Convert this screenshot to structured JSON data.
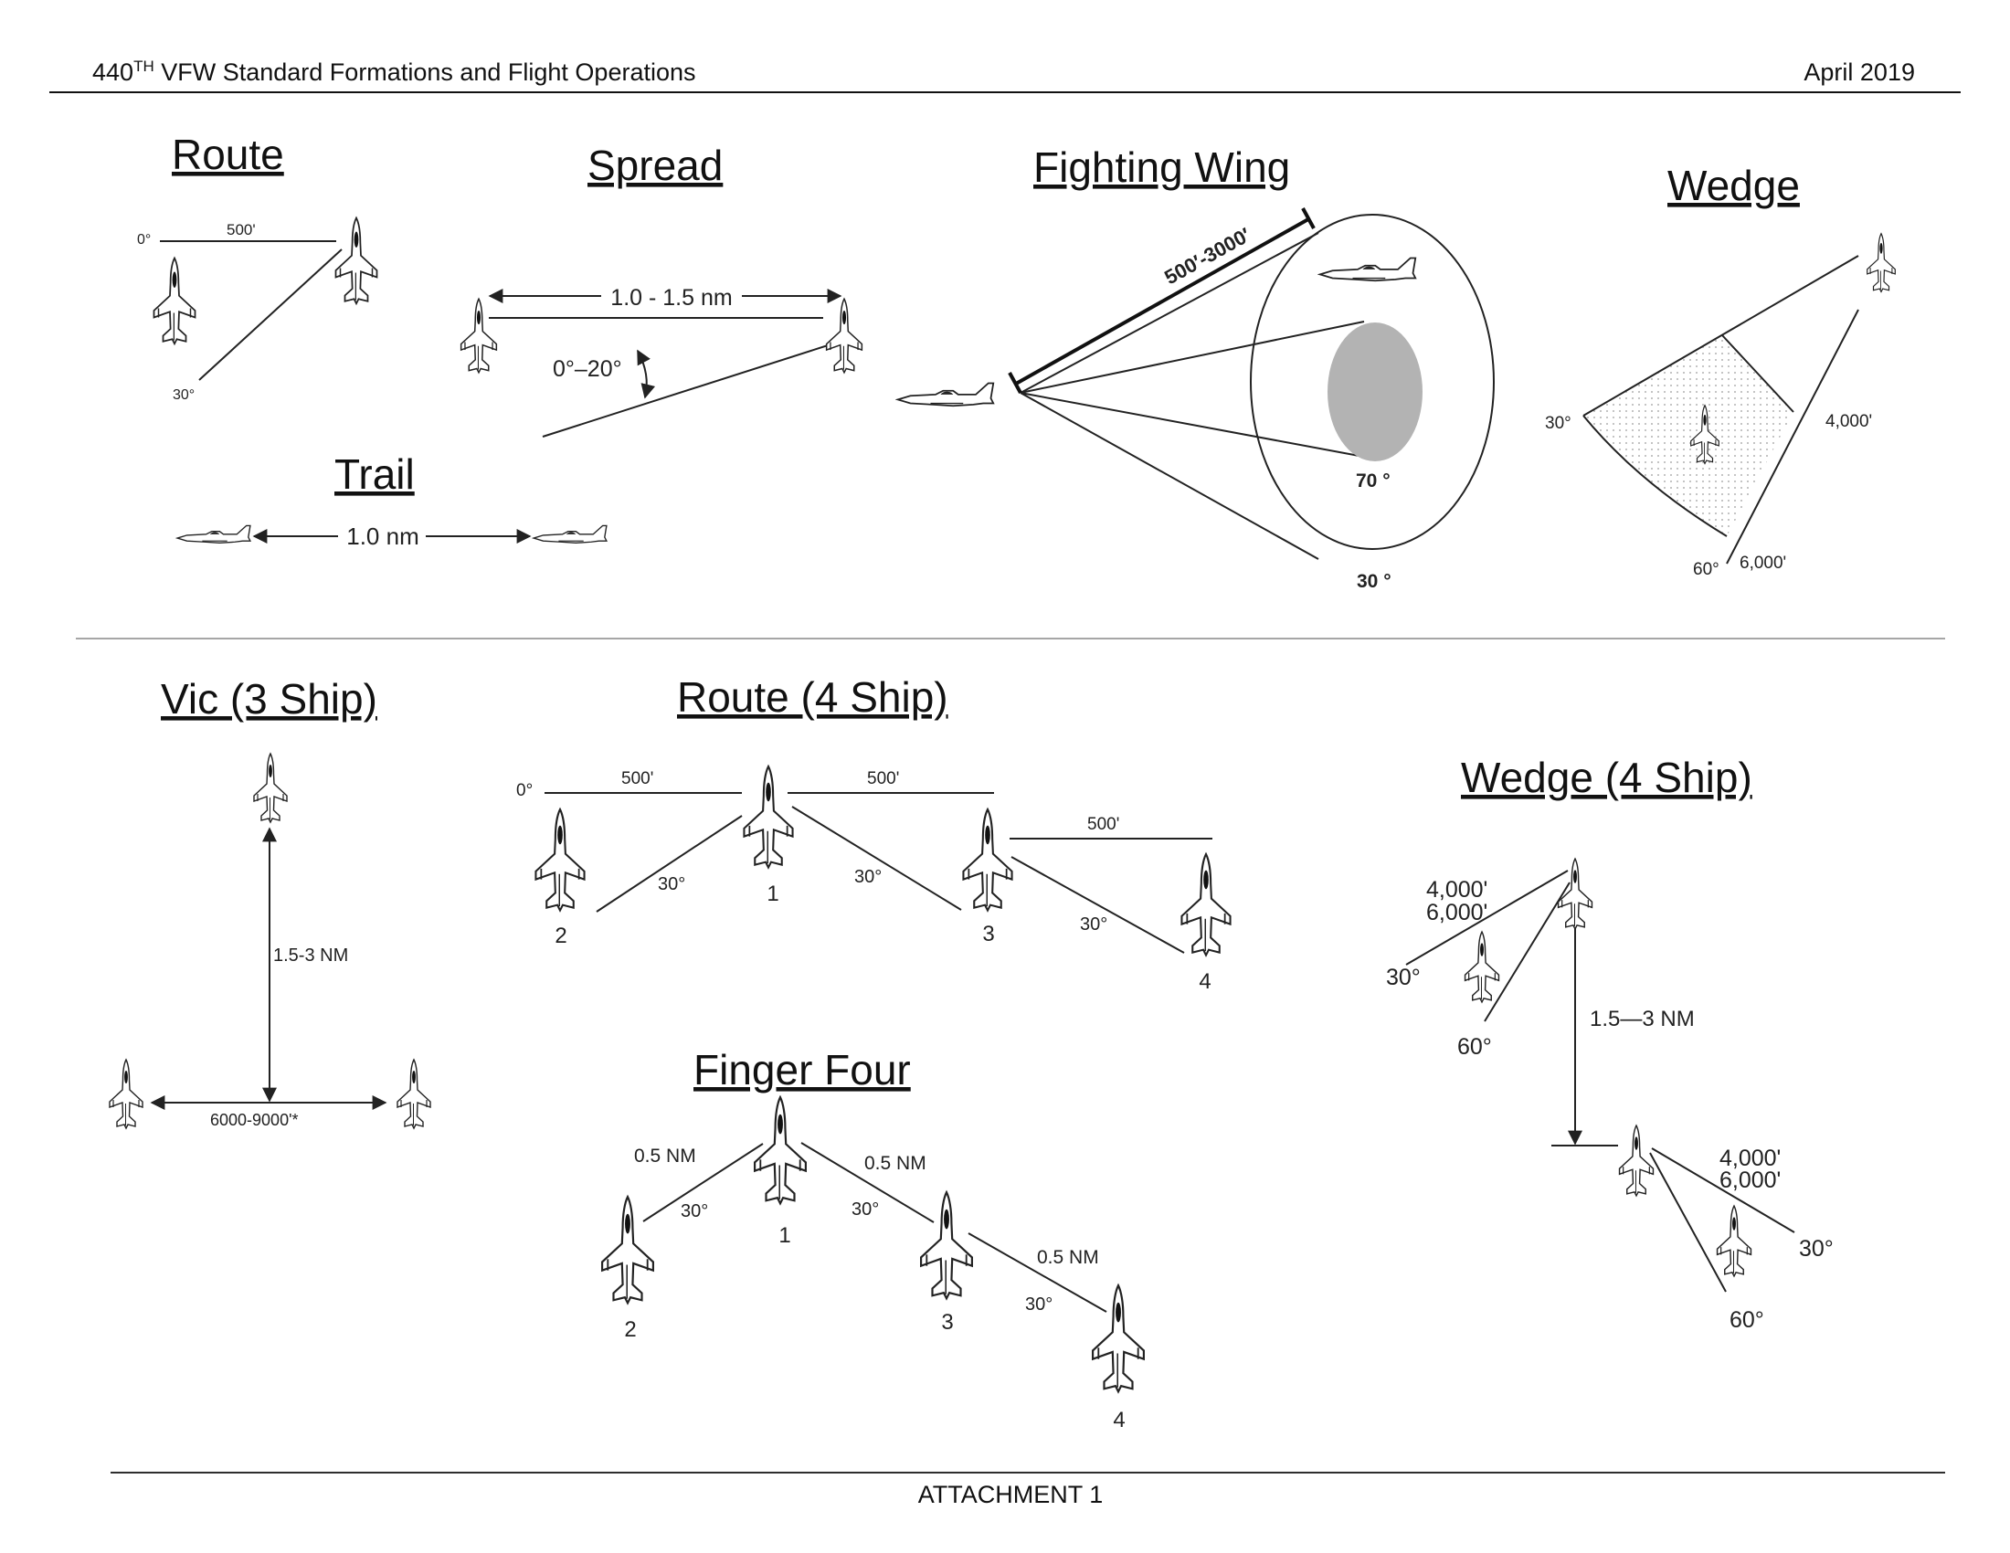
{
  "header": {
    "doc_title_prefix": "440",
    "doc_title_sup": "TH",
    "doc_title_rest": " VFW Standard Formations and Flight Operations",
    "date": "April 2019"
  },
  "footer": {
    "text": "ATTACHMENT 1"
  },
  "route": {
    "title": "Route",
    "angle_top": "0°",
    "angle_bottom": "30°",
    "distance": "500'"
  },
  "spread": {
    "title": "Spread",
    "distance": "1.0 - 1.5 nm",
    "angle": "0°–20°"
  },
  "fighting_wing": {
    "title": "Fighting Wing",
    "range": "500′-3000′",
    "inner_angle": "70 °",
    "outer_angle": "30 °"
  },
  "wedge": {
    "title": "Wedge",
    "angle_near": "30°",
    "angle_far": "60°",
    "range_near": "4,000'",
    "range_far": "6,000'"
  },
  "trail": {
    "title": "Trail",
    "distance": "1.0 nm"
  },
  "vic": {
    "title": "Vic (3 Ship)",
    "trail_distance": "1.5-3 NM",
    "lateral_distance": "6000-9000'*"
  },
  "route4": {
    "title": "Route (4 Ship)",
    "angle_top": "0°",
    "distance_1": "500'",
    "distance_2": "500'",
    "distance_3": "500'",
    "angle_a": "30°",
    "angle_b": "30°",
    "angle_c": "30°",
    "ship_1": "1",
    "ship_2": "2",
    "ship_3": "3",
    "ship_4": "4"
  },
  "finger_four": {
    "title": "Finger Four",
    "dist_a": "0.5 NM",
    "dist_b": "0.5 NM",
    "dist_c": "0.5 NM",
    "angle_a": "30°",
    "angle_b": "30°",
    "angle_c": "30°",
    "ship_1": "1",
    "ship_2": "2",
    "ship_3": "3",
    "ship_4": "4"
  },
  "wedge4": {
    "title": "Wedge (4 Ship)",
    "range_near": "4,000'",
    "range_far": "6,000'",
    "angle_near": "30°",
    "angle_far": "60°",
    "trail_distance": "1.5—3 NM",
    "range_near_2": "4,000'",
    "range_far_2": "6,000'",
    "angle_near_2": "30°",
    "angle_far_2": "60°"
  }
}
